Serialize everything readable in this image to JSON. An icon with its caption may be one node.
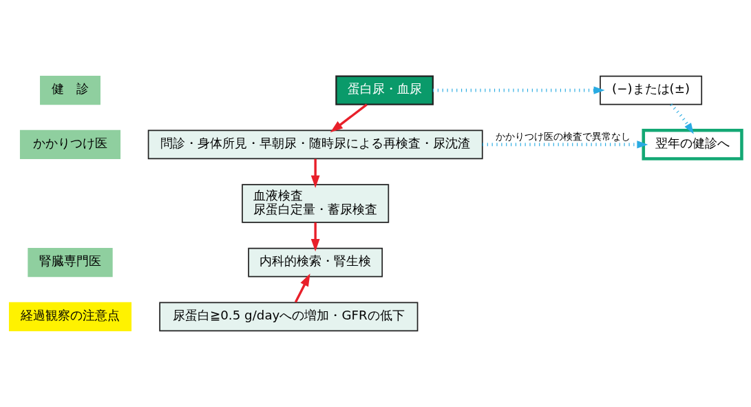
{
  "diagram": {
    "nodes": [
      {
        "text": [
          "健　診"
        ]
      },
      {
        "text": [
          "蛋白尿・血尿"
        ]
      },
      {
        "text": [
          "(−)または(±)"
        ]
      },
      {
        "text": [
          "翌年の健診へ"
        ]
      },
      {
        "text": [
          "かかりつけ医"
        ]
      },
      {
        "text": [
          "問診・身体所見・早朝尿・随時尿による再検査・尿沈渣"
        ]
      },
      {
        "text": [
          "血液検査",
          "尿蛋白定量・蓄尿検査"
        ]
      },
      {
        "text": [
          "腎臓専門医"
        ]
      },
      {
        "text": [
          "内科的検索・腎生検"
        ]
      },
      {
        "text": [
          "経過観察の注意点"
        ]
      },
      {
        "text": [
          "尿蛋白≧0.5 g/dayへの増加・GFRの低下"
        ]
      }
    ],
    "edges": [
      {
        "from": 1,
        "to": 2,
        "arrow": "to",
        "style": "dashed",
        "color": "#29abe2"
      },
      {
        "from": 2,
        "to": 3,
        "arrow": "to",
        "style": "dashed",
        "color": "#29abe2"
      },
      {
        "from": 5,
        "to": 3,
        "arrow": "to",
        "style": "dashed",
        "color": "#29abe2",
        "label": "かかりつけ医の検査で異常なし"
      },
      {
        "from": 1,
        "to": 5,
        "arrow": "to"
      },
      {
        "from": 5,
        "to": 6,
        "arrow": "to"
      },
      {
        "from": 6,
        "to": 8,
        "arrow": "to"
      },
      {
        "from": 10,
        "to": 8,
        "arrow": "to"
      }
    ]
  }
}
